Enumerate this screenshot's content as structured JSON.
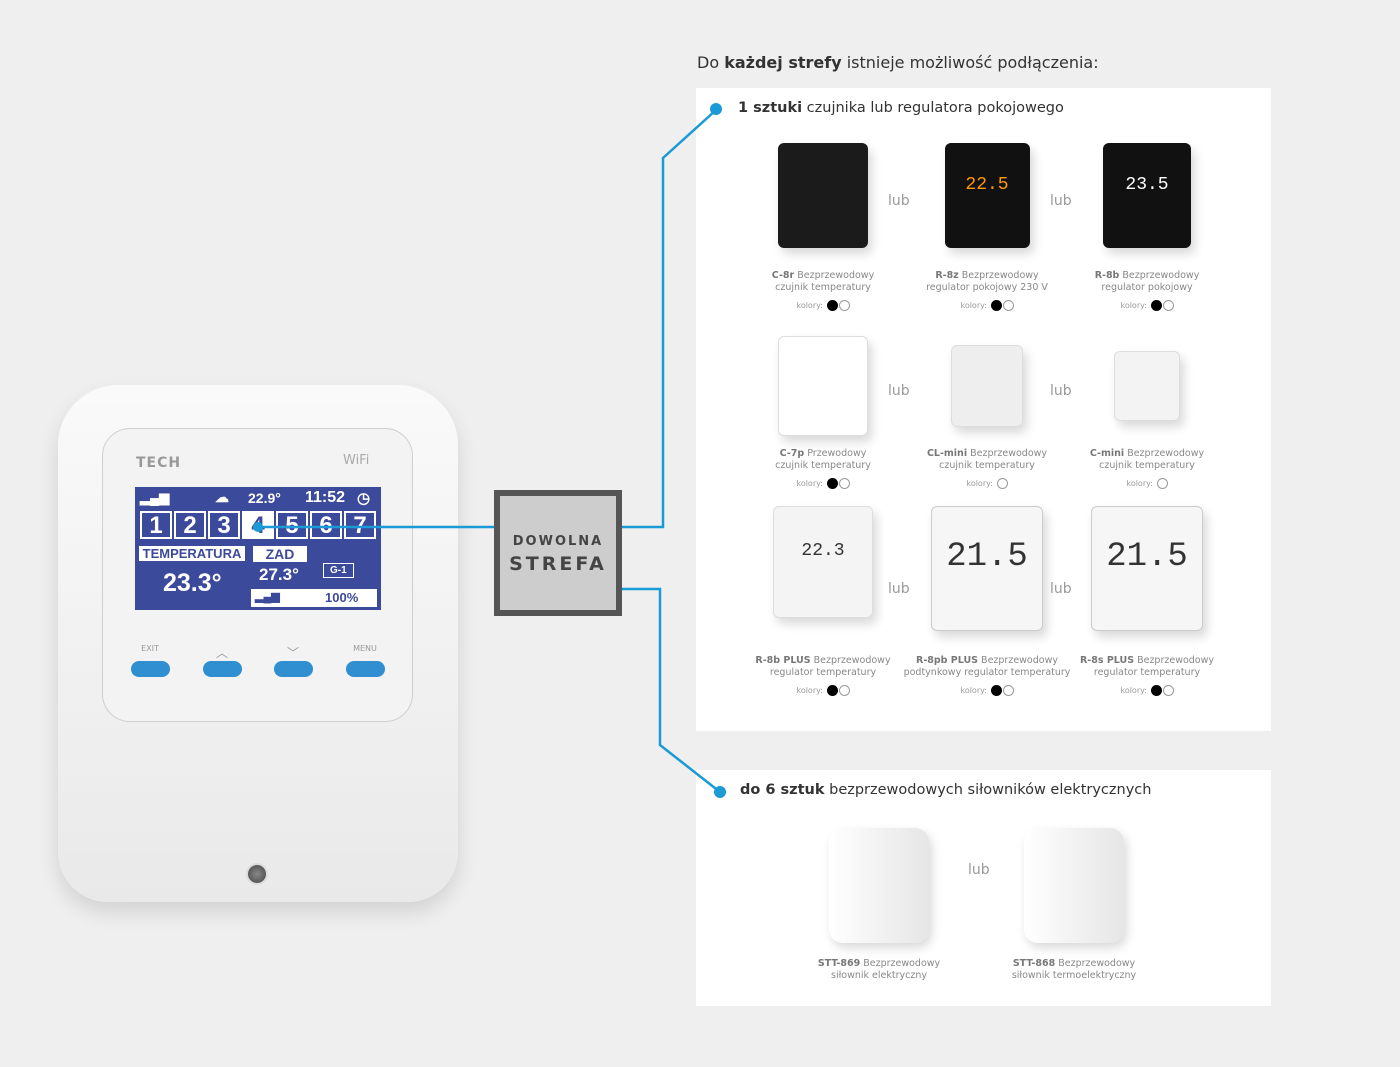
{
  "heading": {
    "prefix": "Do ",
    "bold": "każdej strefy",
    "suffix": " istnieje możliwość podłączenia:"
  },
  "section1": {
    "bold": "1 sztuki",
    "text": " czujnika lub regulatora pokojowego"
  },
  "section2": {
    "bold": "do 6 sztuk",
    "text": " bezprzewodowych siłowników elektrycznych"
  },
  "or_label": "lub",
  "colors_label": "kolory:",
  "products": [
    {
      "model": "C-8r",
      "line1": " Bezprzewodowy",
      "line2": "czujnik temperatury",
      "colors": [
        "black",
        "white"
      ],
      "display": ""
    },
    {
      "model": "R-8z",
      "line1": " Bezprzewodowy",
      "line2": "regulator pokojowy 230 V",
      "colors": [
        "black",
        "white"
      ],
      "display": "22.5"
    },
    {
      "model": "R-8b",
      "line1": " Bezprzewodowy",
      "line2": "regulator pokojowy",
      "colors": [
        "black",
        "white"
      ],
      "display": "23.5"
    },
    {
      "model": "C-7p",
      "line1": " Przewodowy",
      "line2": "czujnik temperatury",
      "colors": [
        "black",
        "white"
      ],
      "display": ""
    },
    {
      "model": "CL-mini",
      "line1": " Bezprzewodowy",
      "line2": "czujnik temperatury",
      "colors": [
        "white"
      ],
      "display": ""
    },
    {
      "model": "C-mini",
      "line1": " Bezprzewodowy",
      "line2": "czujnik temperatury",
      "colors": [
        "white"
      ],
      "display": ""
    },
    {
      "model": "R-8b PLUS",
      "line1": " Bezprzewodowy",
      "line2": "regulator temperatury",
      "colors": [
        "black",
        "white"
      ],
      "display": "22.3"
    },
    {
      "model": "R-8pb PLUS",
      "line1": " Bezprzewodowy",
      "line2": "podtynkowy regulator temperatury",
      "colors": [
        "black",
        "white"
      ],
      "display": "21.5"
    },
    {
      "model": "R-8s PLUS",
      "line1": " Bezprzewodowy",
      "line2": "regulator temperatury",
      "colors": [
        "black",
        "white"
      ],
      "display": "21.5"
    }
  ],
  "actuators": [
    {
      "model": "STT-869",
      "line1": " Bezprzewodowy",
      "line2": "siłownik elektryczny"
    },
    {
      "model": "STT-868",
      "line1": " Bezprzewodowy",
      "line2": "siłownik termoelektryczny"
    }
  ],
  "controller": {
    "brand": "TECH",
    "wifi": "WiFi",
    "outdoor_temp": "22.9°",
    "time": "11:52",
    "zones": [
      "1",
      "2",
      "3",
      "4",
      "5",
      "6",
      "7"
    ],
    "active_zone": "4",
    "temp_label": "TEMPERATURA",
    "temp_value": "23.3°",
    "set_label": "ZAD",
    "set_value": "27.3°",
    "program": "G-1",
    "battery": "100%",
    "buttons": [
      "EXIT",
      "",
      "",
      "MENU"
    ]
  },
  "zone_box": {
    "line1": "DOWOLNA",
    "line2": "STREFA"
  },
  "line_color": "#1a9ad6"
}
